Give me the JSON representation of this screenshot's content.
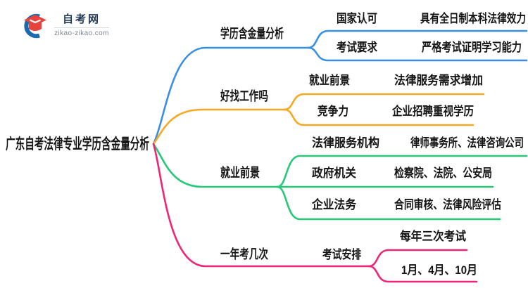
{
  "logo": {
    "title": "自考网",
    "domain": "zikao-zikao.com",
    "cap_color": "#e8423d",
    "crescent_color": "#1a6ab0",
    "title_color": "#203a56",
    "domain_color": "#7e8790"
  },
  "mindmap": {
    "root": {
      "label": "广东自考法律专业学历含金量分析"
    },
    "branches": [
      {
        "label": "学历含金量分析",
        "color": "#3a8ee5",
        "children": [
          {
            "label": "国家认可",
            "detail": "具有全日制本科法律效力"
          },
          {
            "label": "考试要求",
            "detail": "严格考试证明学习能力"
          }
        ]
      },
      {
        "label": "好找工作吗",
        "color": "#f7a823",
        "children": [
          {
            "label": "就业前景",
            "detail": "法律服务需求增加"
          },
          {
            "label": "竞争力",
            "detail": "企业招聘重视学历"
          }
        ]
      },
      {
        "label": "就业前景",
        "color": "#25c976",
        "children": [
          {
            "label": "法律服务机构",
            "detail": "律师事务所、法律咨询公司"
          },
          {
            "label": "政府机关",
            "detail": "检察院、法院、公安局"
          },
          {
            "label": "企业法务",
            "detail": "合同审核、法律风险评估"
          }
        ]
      },
      {
        "label": "一年考几次",
        "color": "#ef2577",
        "children": [
          {
            "label": "考试安排",
            "detail": ""
          }
        ],
        "grandchildren": [
          {
            "label": "每年三次考试"
          },
          {
            "label": "1月、4月、10月"
          }
        ]
      }
    ]
  }
}
